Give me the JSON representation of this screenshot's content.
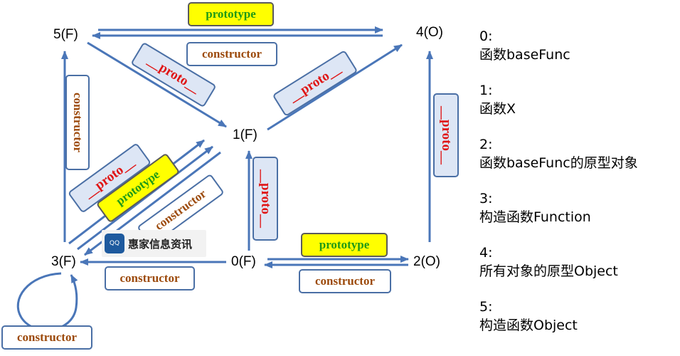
{
  "nodes": {
    "n0": "0(F)",
    "n1": "1(F)",
    "n2": "2(O)",
    "n3": "3(F)",
    "n4": "4(O)",
    "n5": "5(F)"
  },
  "edge_labels": {
    "prototype_5_4": "prototype",
    "constructor_4_5": "constructor",
    "proto_5_1": "__proto__",
    "proto_1_4": "__proto__",
    "constructor_3_5": "constructor",
    "proto_3_1": "__proto__",
    "prototype_3_1": "prototype",
    "constructor_1_3": "constructor",
    "proto_0_1": "__proto__",
    "proto_2_4": "__proto__",
    "prototype_0_2": "prototype",
    "constructor_2_0": "constructor",
    "constructor_0_3": "constructor",
    "constructor_3_3": "constructor"
  },
  "legend": [
    {
      "key": "0:",
      "desc": "函数baseFunc"
    },
    {
      "key": "1:",
      "desc": "函数X"
    },
    {
      "key": "2:",
      "desc": "函数baseFunc的原型对象"
    },
    {
      "key": "3:",
      "desc": "构造函数Function"
    },
    {
      "key": "4:",
      "desc": "所有对象的原型Object"
    },
    {
      "key": "5:",
      "desc": "构造函数Object"
    }
  ],
  "watermark": {
    "text": "惠家信息资讯",
    "logo_text": "QQ"
  },
  "colors": {
    "edge": "#4a76b8",
    "constructor_text": "#9c4a0c",
    "prototype_text": "#1f9a16",
    "prototype_fill": "#ffff00",
    "proto_text": "#e01414",
    "proto_fill": "#dde6f5"
  }
}
